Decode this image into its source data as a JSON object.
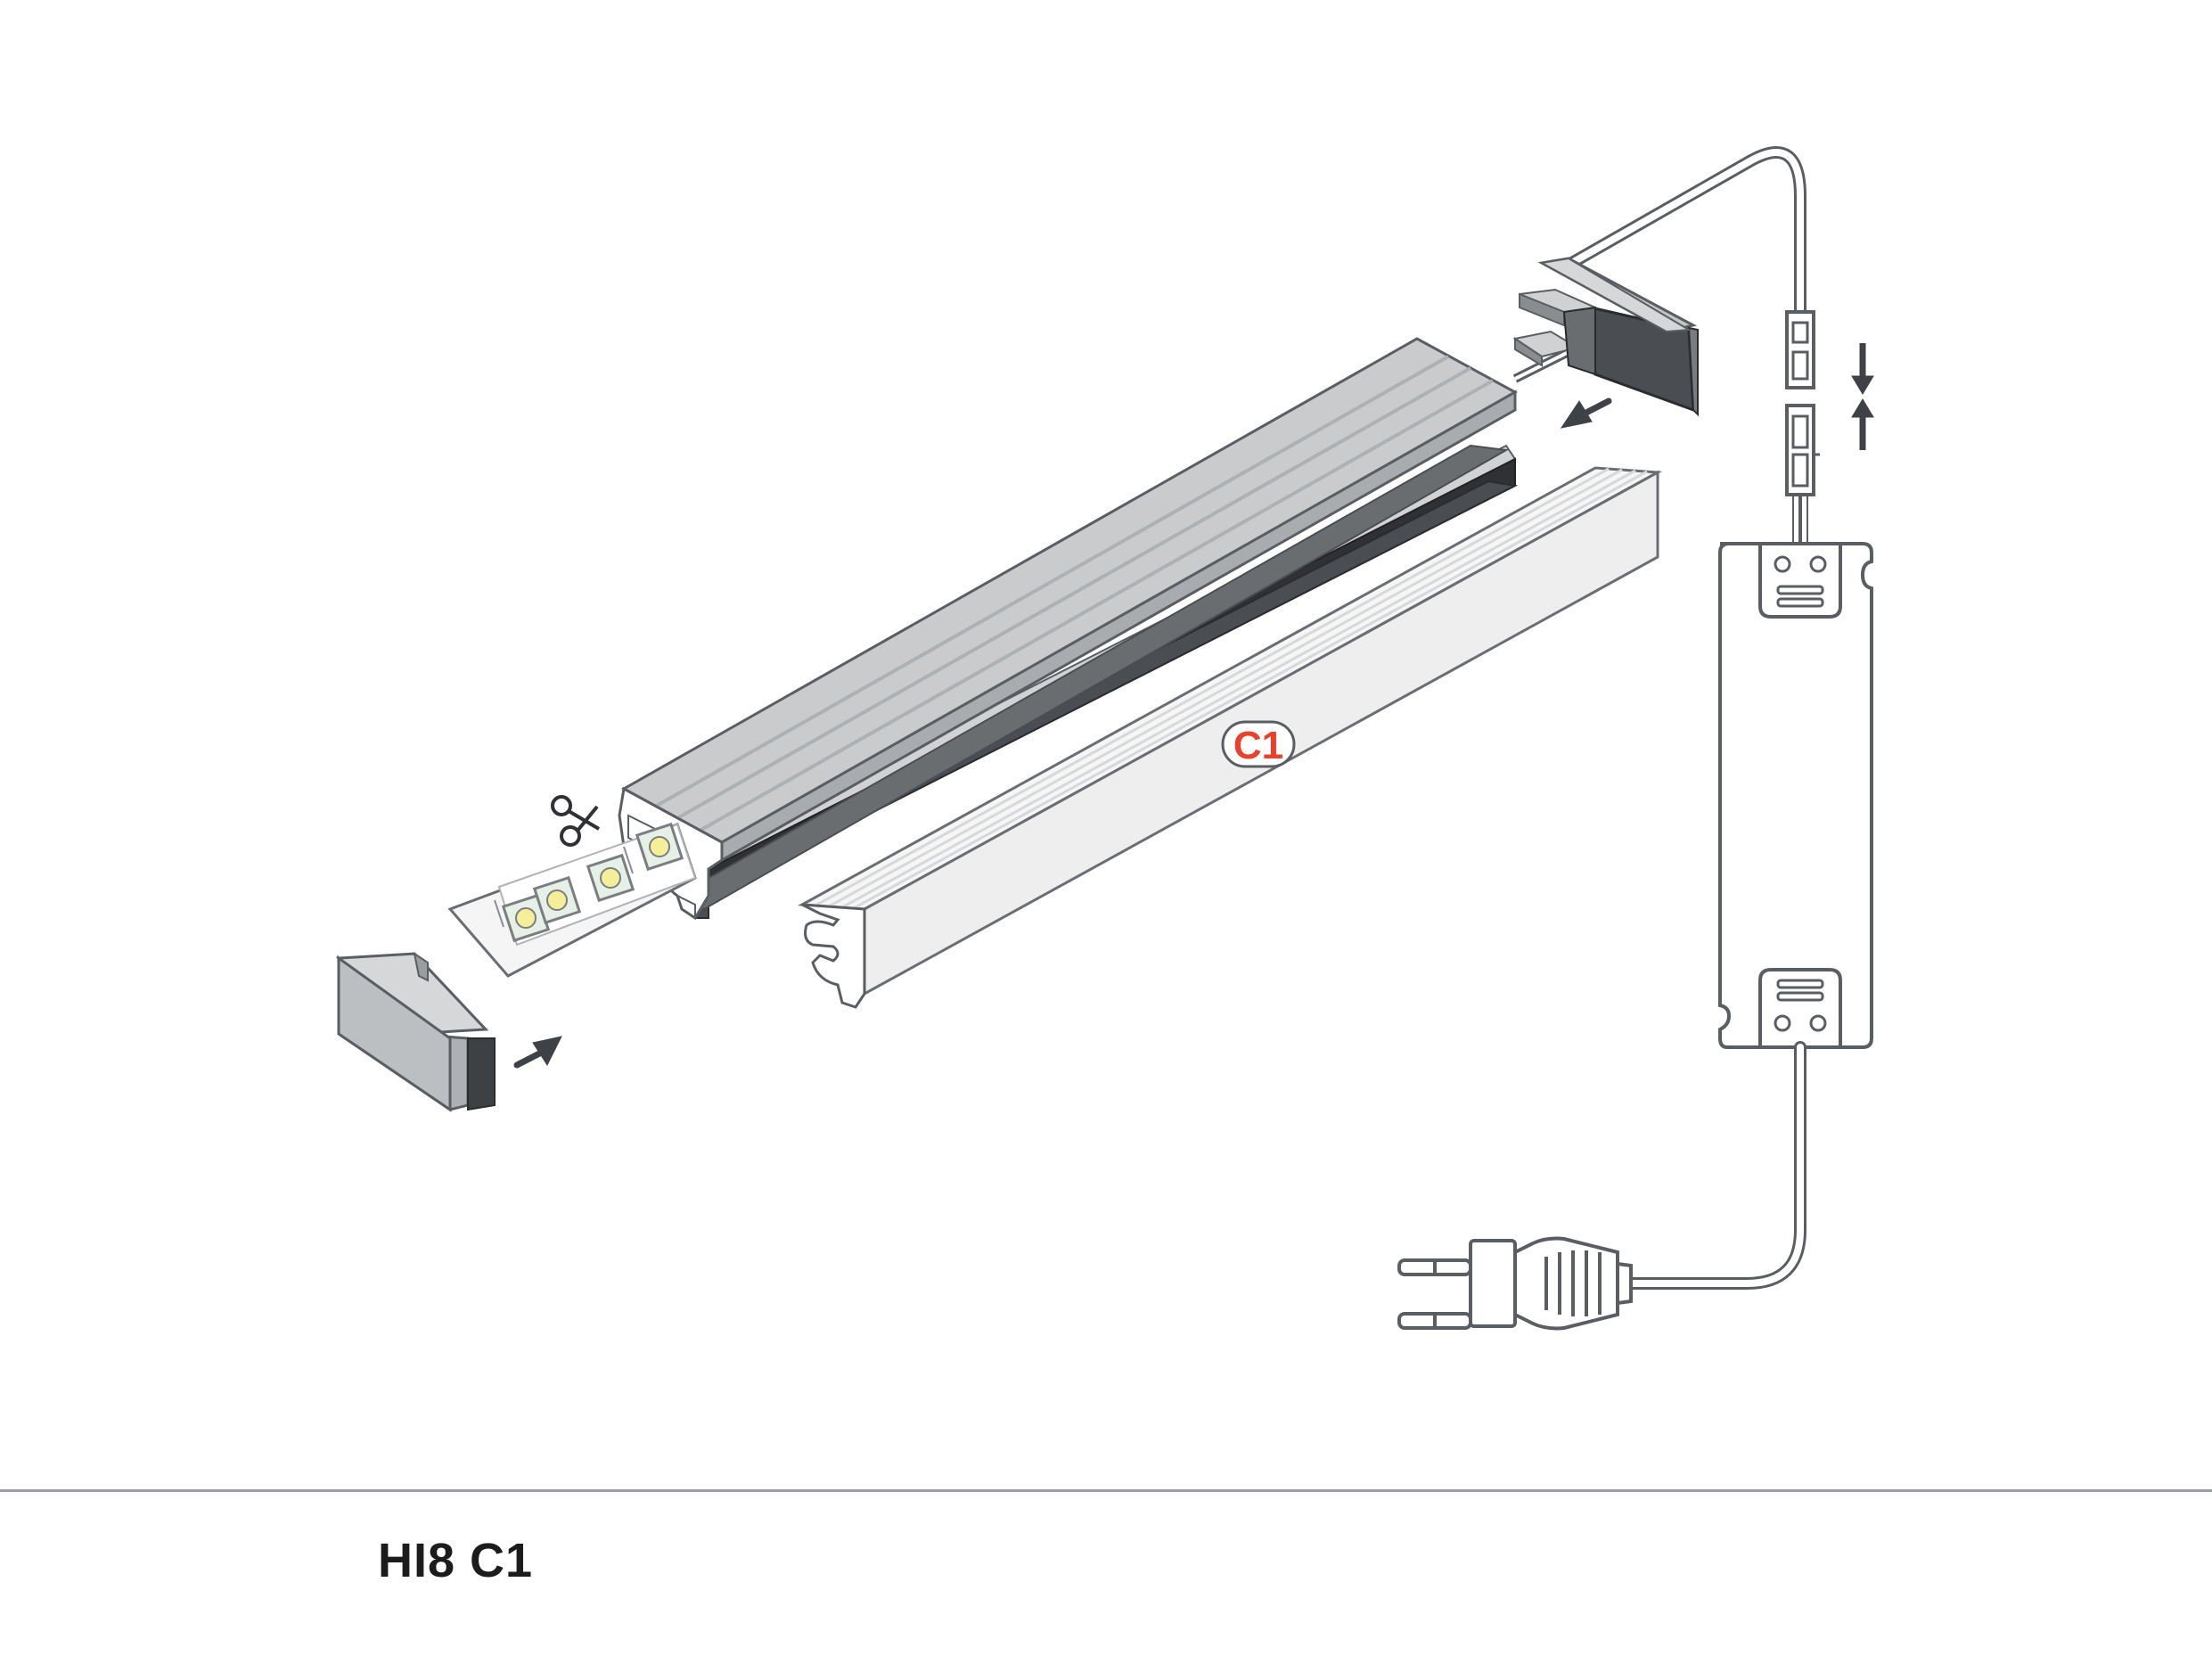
{
  "diagram": {
    "product_code": "HI8 C1",
    "cover_label": "C1",
    "colors": {
      "profile_aluminium": "#c3c6c8",
      "profile_dark_insert": "#4a4d51",
      "cover": "#f3f3f3",
      "accent_label": "#e8412c",
      "line": "#5a5e63",
      "arrow": "#4b4f54",
      "led_chip": "#f5ef9a"
    },
    "components": [
      {
        "name": "end-cap-left"
      },
      {
        "name": "led-strip"
      },
      {
        "name": "scissors-icon"
      },
      {
        "name": "aluminium-profile"
      },
      {
        "name": "cover-c1"
      },
      {
        "name": "end-cap-with-cable"
      },
      {
        "name": "connector-plug"
      },
      {
        "name": "connector-socket"
      },
      {
        "name": "power-supply"
      },
      {
        "name": "mains-plug"
      }
    ]
  }
}
